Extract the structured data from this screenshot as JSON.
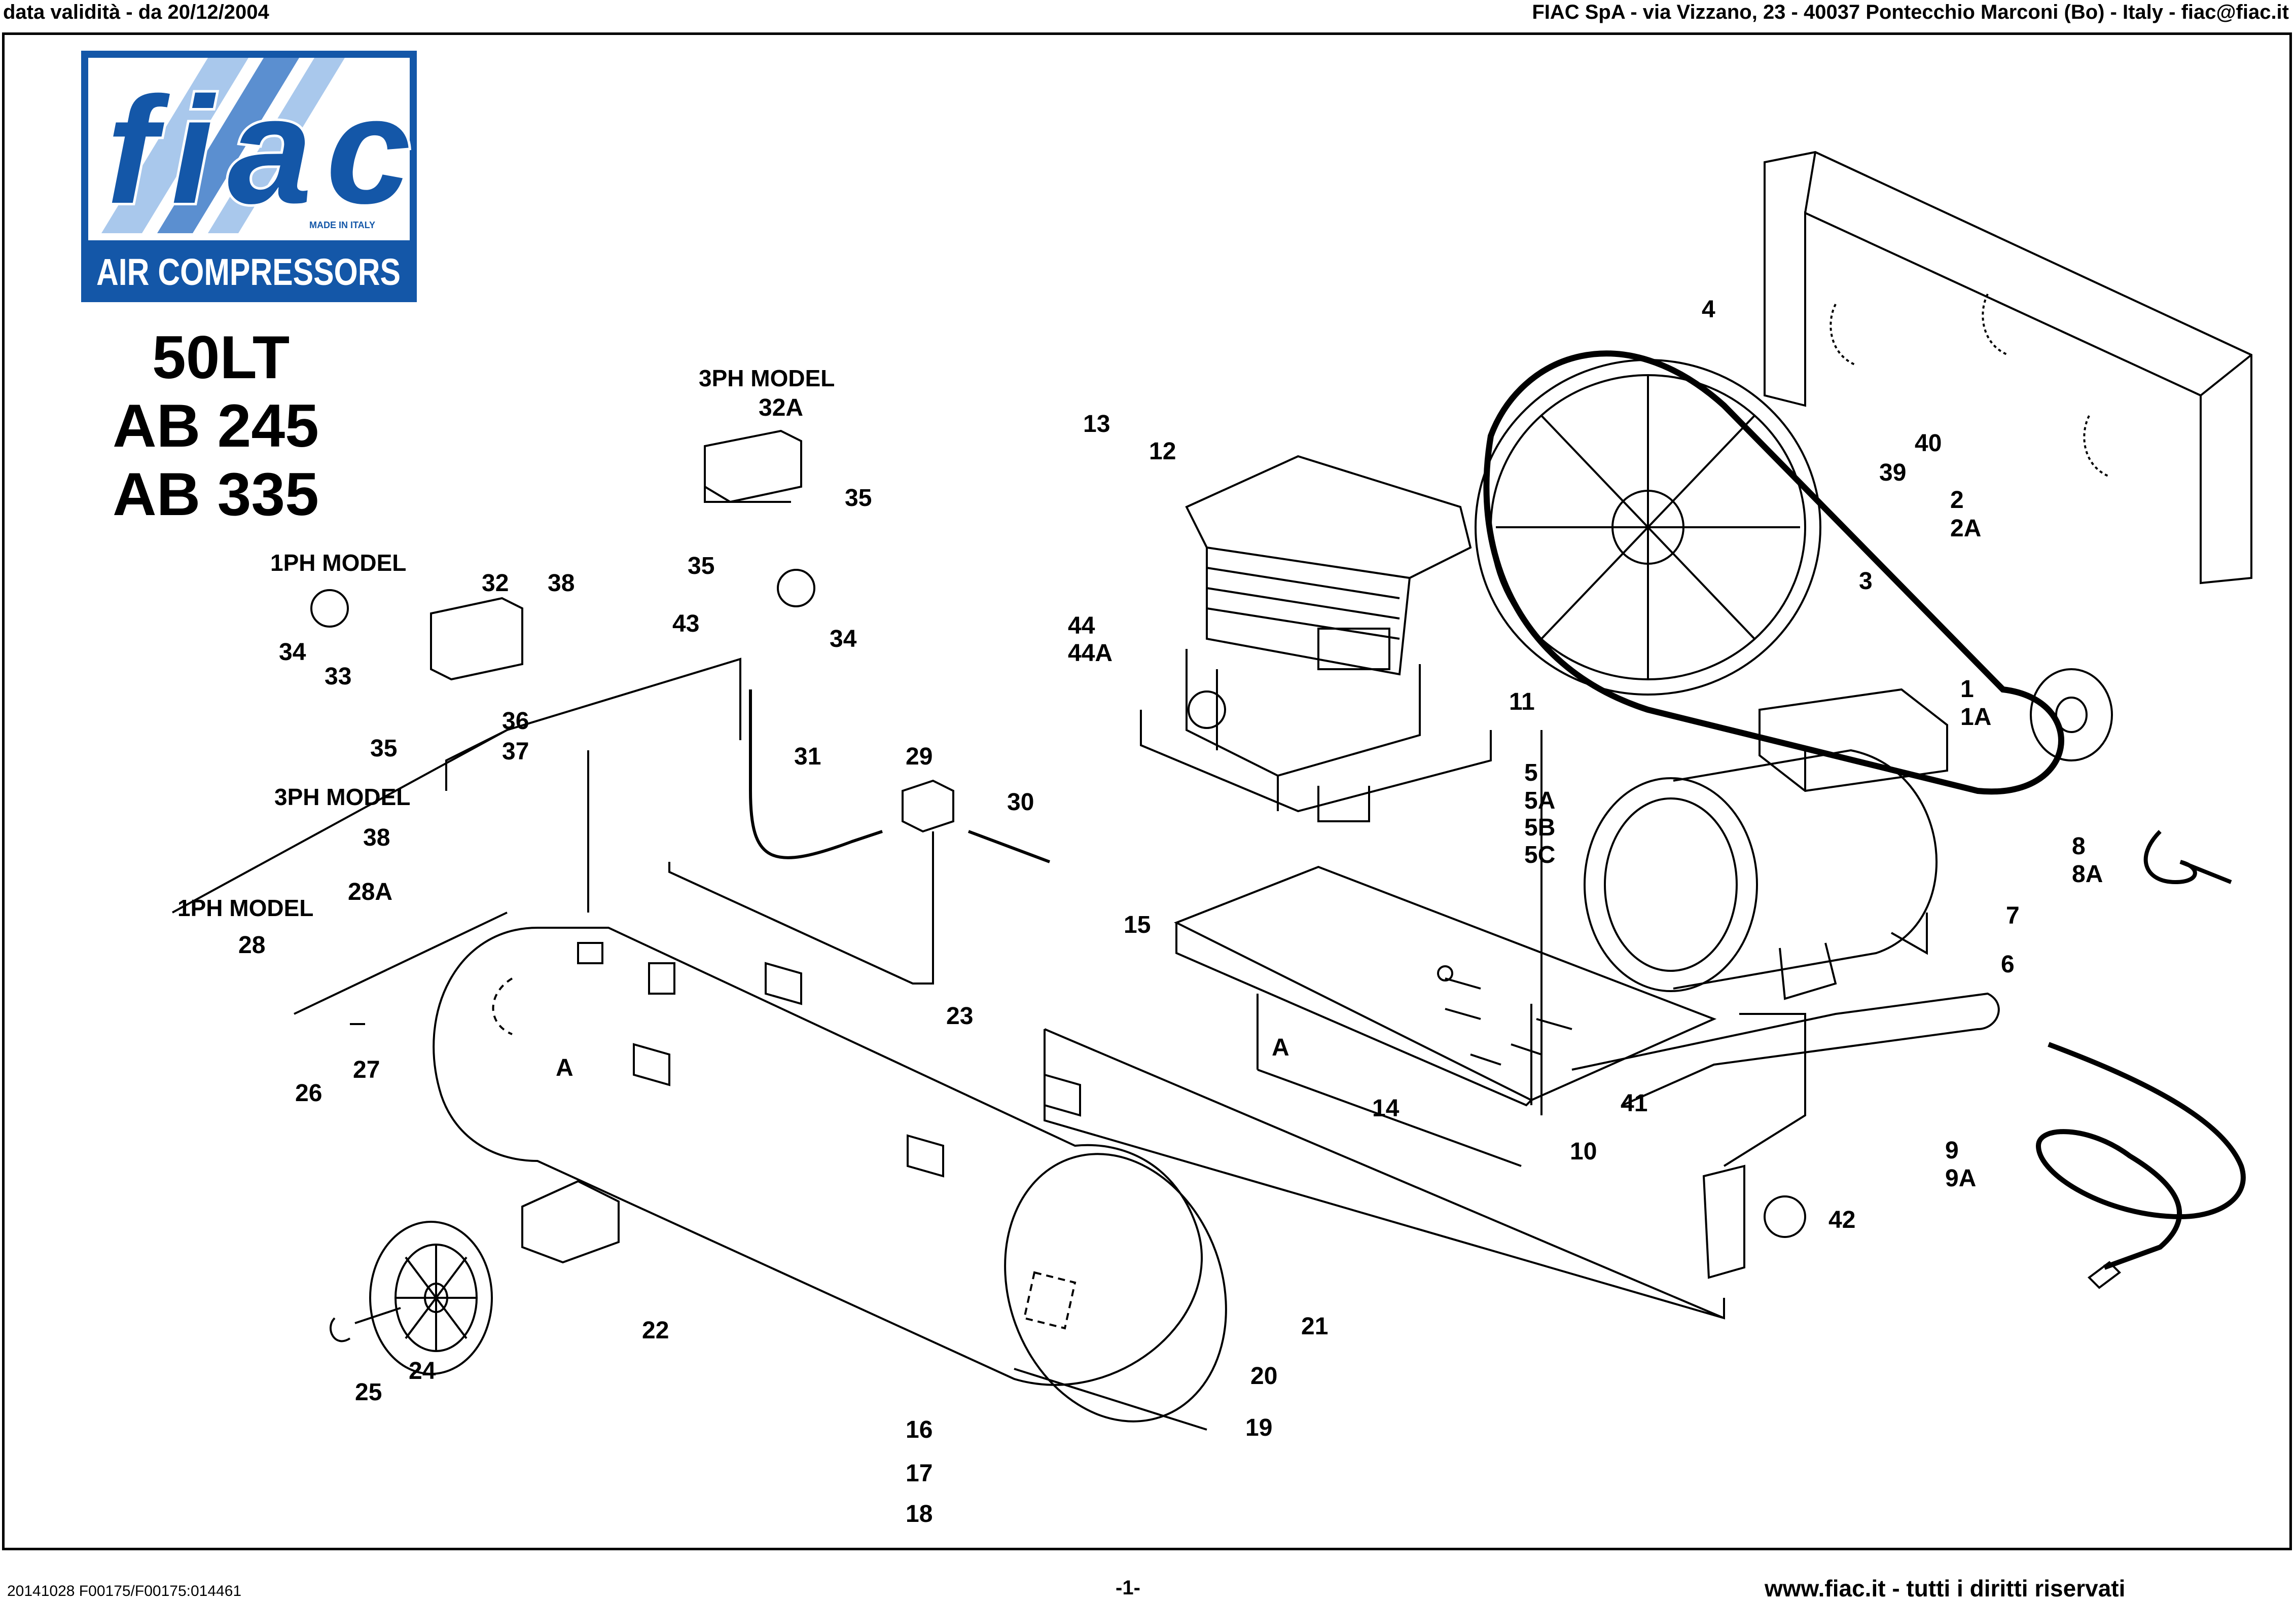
{
  "header": {
    "left": "data validità - da 20/12/2004",
    "right": "FIAC SpA - via Vizzano, 23 - 40037 Pontecchio Marconi (Bo) - Italy - fiac@fiac.it"
  },
  "logo": {
    "brand": "fiac",
    "tagline": "AIR COMPRESSORS",
    "made_in": "MADE IN ITALY",
    "colors": {
      "dark_blue": "#1457a8",
      "mid_blue": "#5b8fd0",
      "light_blue": "#a9c8ec"
    }
  },
  "models": [
    "50LT",
    "AB 245",
    "AB 335"
  ],
  "section_labels": {
    "ph3_top": "3PH  MODEL",
    "ph1_top": "1PH  MODEL",
    "ph3_mid": "3PH  MODEL",
    "ph1_low": "1PH  MODEL"
  },
  "callouts": [
    "1",
    "1A",
    "2",
    "2A",
    "3",
    "4",
    "5",
    "5A",
    "5B",
    "5C",
    "6",
    "7",
    "8",
    "8A",
    "9",
    "9A",
    "10",
    "11",
    "12",
    "13",
    "14",
    "15",
    "16",
    "17",
    "18",
    "19",
    "20",
    "21",
    "22",
    "23",
    "24",
    "25",
    "26",
    "27",
    "28",
    "28A",
    "29",
    "30",
    "31",
    "32",
    "32A",
    "33",
    "34",
    "34",
    "35",
    "35",
    "35",
    "36",
    "37",
    "38",
    "38",
    "39",
    "40",
    "41",
    "42",
    "43",
    "44",
    "44A",
    "A",
    "A"
  ],
  "footer": {
    "left": "20141028 F00175/F00175:014461",
    "page": "-1-",
    "right": "www.fiac.it - tutti i diritti riservati"
  }
}
